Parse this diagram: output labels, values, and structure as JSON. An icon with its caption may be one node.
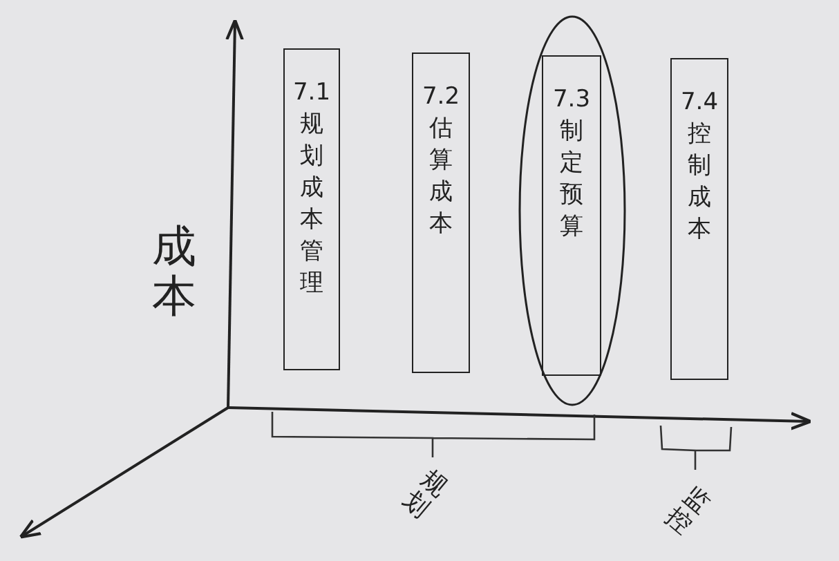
{
  "diagram": {
    "nodes": [
      {
        "text": [
          "7.1 规划成本管理"
        ]
      },
      {
        "text": [
          "7.2 估算成本"
        ]
      },
      {
        "text": [],
        "shape": "circle"
      },
      {
        "text": [
          "7.3 制定预算"
        ],
        "in": 2
      },
      {
        "text": [
          "7.4 控制成本"
        ]
      }
    ],
    "labels": [
      "成本",
      "规划",
      "监控"
    ]
  }
}
